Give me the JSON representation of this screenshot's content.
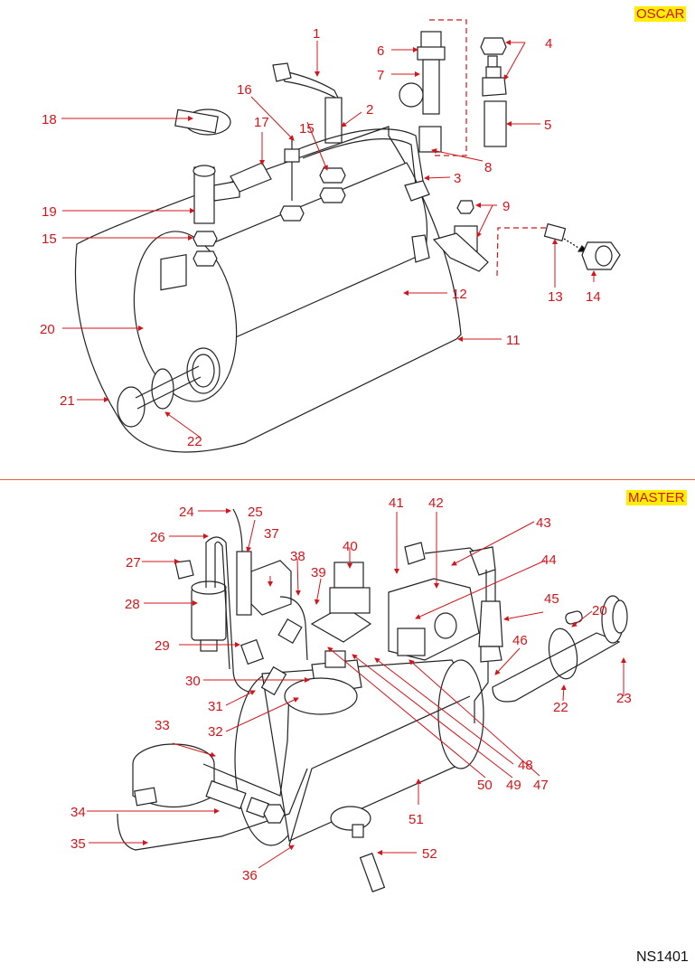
{
  "document": {
    "reference_code": "NS1401",
    "accent_color": "#d0161c",
    "badge_color": "#ffee00"
  },
  "sections": [
    {
      "id": "oscar",
      "model_label": "OSCAR",
      "callouts": [
        "1",
        "2",
        "3",
        "4",
        "5",
        "6",
        "7",
        "8",
        "9",
        "11",
        "12",
        "13",
        "14",
        "15",
        "15",
        "16",
        "17",
        "18",
        "19",
        "20",
        "21",
        "22"
      ]
    },
    {
      "id": "master",
      "model_label": "MASTER",
      "callouts": [
        "24",
        "25",
        "26",
        "27",
        "28",
        "29",
        "30",
        "31",
        "32",
        "33",
        "34",
        "35",
        "36",
        "37",
        "38",
        "39",
        "40",
        "41",
        "42",
        "43",
        "44",
        "45",
        "46",
        "20",
        "23",
        "22",
        "47",
        "48",
        "49",
        "50",
        "51",
        "52"
      ]
    }
  ]
}
